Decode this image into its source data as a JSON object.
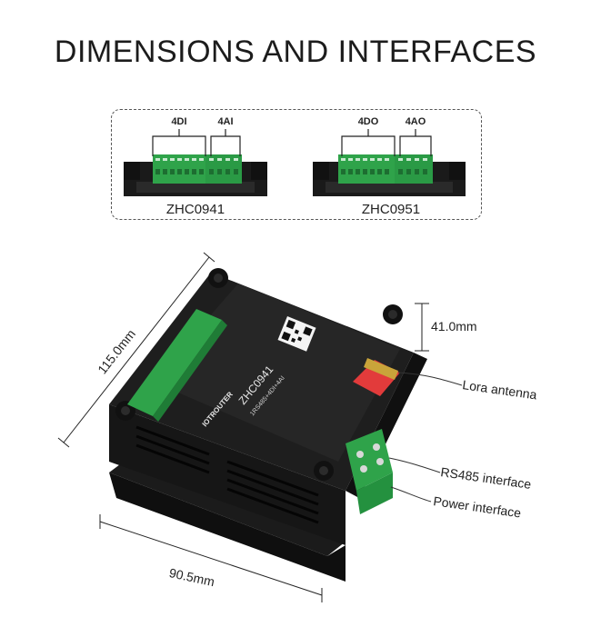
{
  "header": {
    "title": "DIMENSIONS AND INTERFACES"
  },
  "models": [
    {
      "name": "ZHC0941",
      "groups": [
        "4DI",
        "4AI"
      ]
    },
    {
      "name": "ZHC0951",
      "groups": [
        "4DO",
        "4AO"
      ]
    }
  ],
  "device": {
    "brand": "IOTROUTER",
    "model": "ZHC0941",
    "subtitle": "1RS485+4DI+4AI"
  },
  "dimensions": {
    "length": "115.0mm",
    "width": "90.5mm",
    "height": "41.0mm"
  },
  "callouts": {
    "antenna": "Lora antenna",
    "rs485": "RS485 interface",
    "power": "Power interface"
  }
}
